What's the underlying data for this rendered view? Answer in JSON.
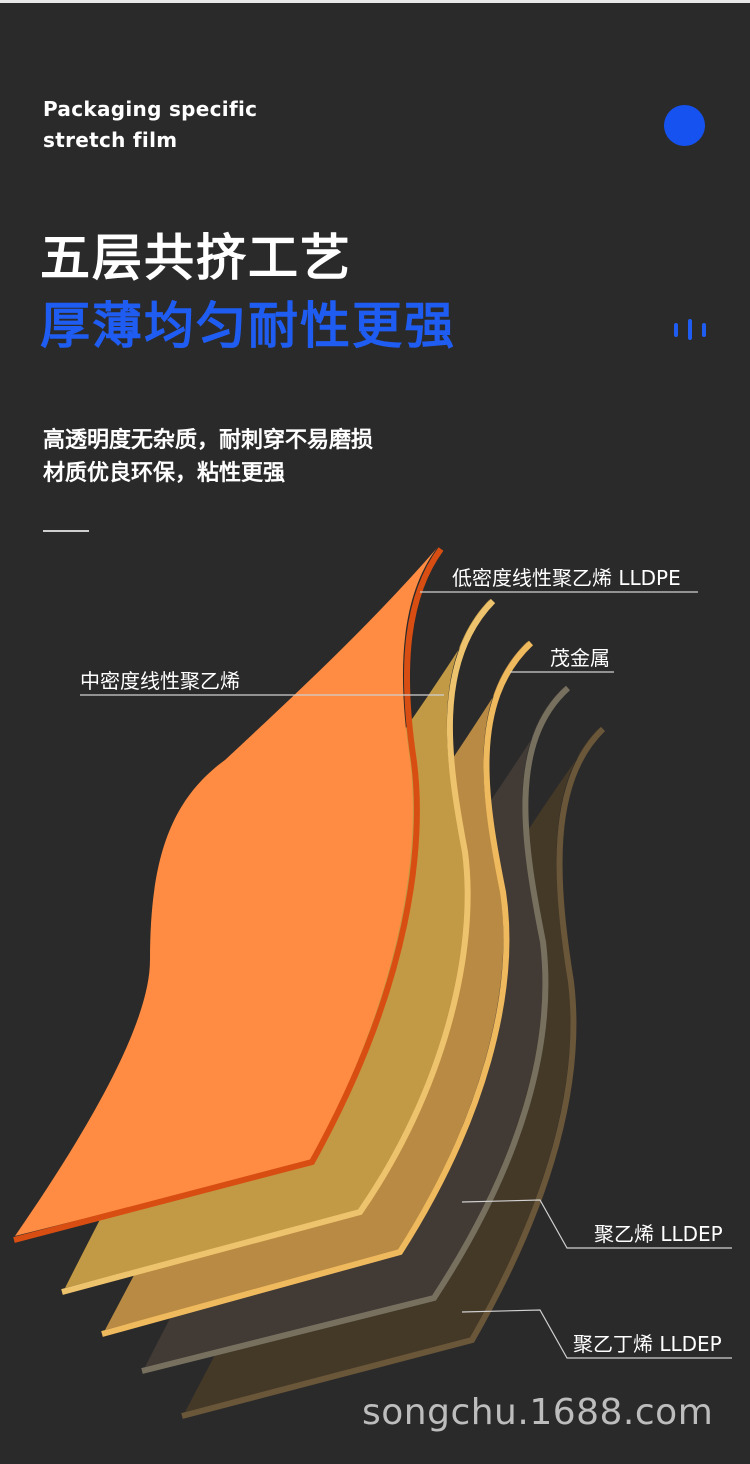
{
  "eyebrow": {
    "line1": "Packaging specific",
    "line2": "stretch film"
  },
  "headline": {
    "line1": "五层共挤工艺",
    "line2": "厚薄均匀耐性更强"
  },
  "description": {
    "line1": "高透明度无杂质，耐刺穿不易磨损",
    "line2": "材质优良环保，粘性更强"
  },
  "labels": {
    "lldpe": "低密度线性聚乙烯 LLDPE",
    "metal": "茂金属",
    "medium": "中密度线性聚乙烯",
    "pe": "聚乙烯 LLDEP",
    "pb": "聚乙丁烯 LLDEP"
  },
  "watermark": "songchu.1688.com",
  "colors": {
    "background": "#2a2a2a",
    "accent_blue": "#1f5cf2",
    "layer_orange": "#ff8c42",
    "layer_gold": "#c29a45",
    "layer_tan": "#b98a43",
    "layer_grey": "#413a35",
    "layer_brown": "#443827"
  }
}
